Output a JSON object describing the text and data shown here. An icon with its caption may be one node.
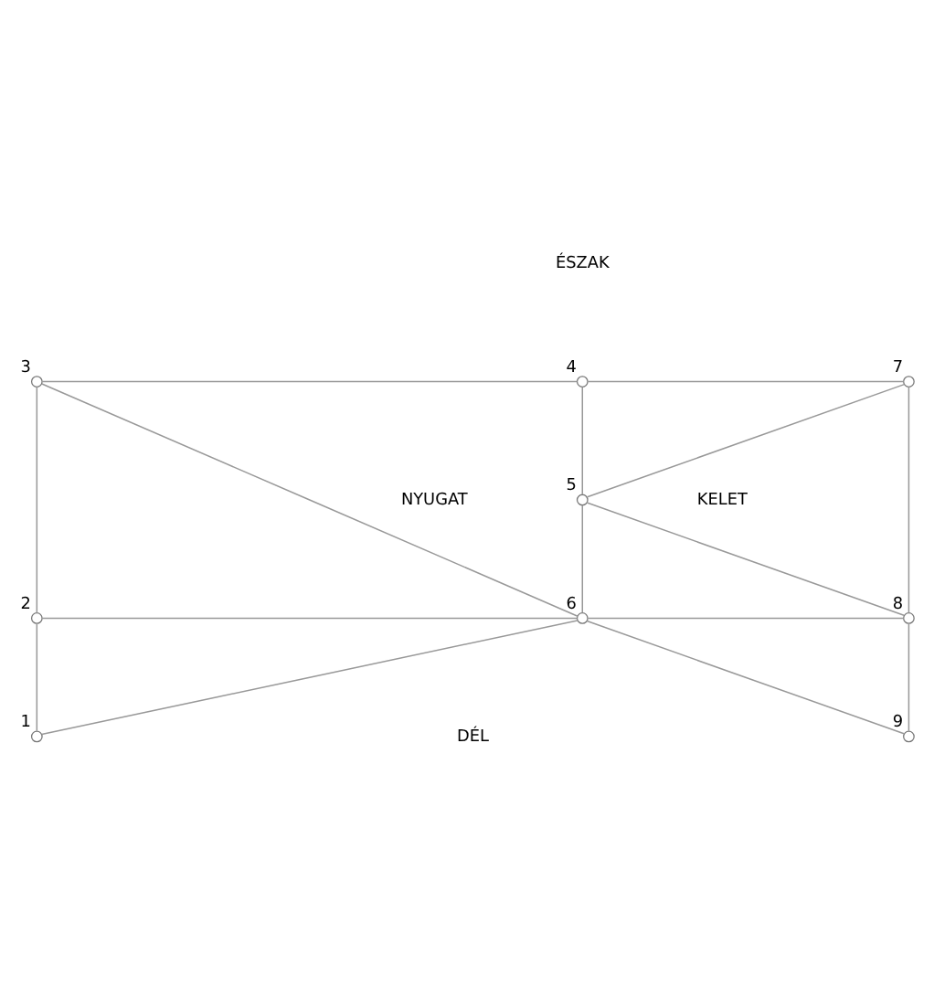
{
  "diagram": {
    "nodes": [
      {
        "text": [],
        "shape": "circle",
        "beside": [
          "3"
        ]
      },
      {
        "text": [],
        "shape": "circle",
        "beside": [
          "4"
        ]
      },
      {
        "text": [],
        "shape": "circle",
        "beside": [
          "7"
        ]
      },
      {
        "text": [],
        "shape": "circle",
        "beside": [
          "5"
        ]
      },
      {
        "text": [],
        "shape": "circle",
        "beside": [
          "2"
        ]
      },
      {
        "text": [],
        "shape": "circle",
        "beside": [
          "6"
        ]
      },
      {
        "text": [],
        "shape": "circle",
        "beside": [
          "8"
        ]
      },
      {
        "text": [],
        "shape": "circle",
        "beside": [
          "1"
        ]
      },
      {
        "text": [],
        "shape": "circle",
        "beside": [
          "9"
        ]
      }
    ],
    "edges": [
      {
        "from": 0,
        "to": 1,
        "arrow": "none"
      },
      {
        "from": 1,
        "to": 2,
        "arrow": "none"
      },
      {
        "from": 0,
        "to": 4,
        "arrow": "none"
      },
      {
        "from": 4,
        "to": 7,
        "arrow": "none"
      },
      {
        "from": 0,
        "to": 5,
        "arrow": "none"
      },
      {
        "from": 1,
        "to": 3,
        "arrow": "none"
      },
      {
        "from": 3,
        "to": 5,
        "arrow": "none"
      },
      {
        "from": 2,
        "to": 3,
        "arrow": "none"
      },
      {
        "from": 2,
        "to": 6,
        "arrow": "none"
      },
      {
        "from": 3,
        "to": 6,
        "arrow": "none"
      },
      {
        "from": 4,
        "to": 5,
        "arrow": "none"
      },
      {
        "from": 5,
        "to": 6,
        "arrow": "none"
      },
      {
        "from": 6,
        "to": 8,
        "arrow": "none"
      },
      {
        "from": 5,
        "to": 8,
        "arrow": "none"
      },
      {
        "from": 5,
        "to": 7,
        "arrow": "none"
      }
    ],
    "labels": [
      "ÉSZAK",
      "NYUGAT",
      "KELET",
      "DÉL"
    ]
  }
}
